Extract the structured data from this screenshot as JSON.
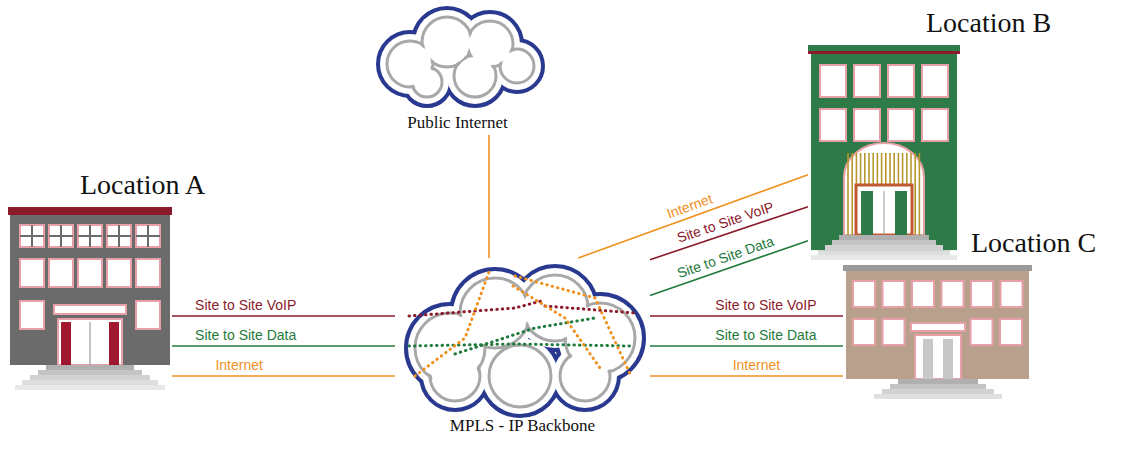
{
  "diagram": {
    "nodes": [
      {
        "text": [
          "Public Internet"
        ]
      },
      {
        "text": [
          "Location B"
        ]
      },
      {
        "text": [
          "Location A"
        ]
      },
      {
        "text": [
          "Location C"
        ]
      },
      {
        "text": [
          "MPLS - IP Backbone"
        ]
      }
    ],
    "edges": [
      {
        "from": 2,
        "to": 4,
        "arrow": "none",
        "label": "Site to Site VoIP"
      },
      {
        "from": 2,
        "to": 4,
        "arrow": "none",
        "label": "Site to Site Data"
      },
      {
        "from": 2,
        "to": 4,
        "arrow": "none",
        "label": "Internet"
      },
      {
        "from": 1,
        "to": 4,
        "arrow": "none",
        "label": "Internet"
      },
      {
        "from": 1,
        "to": 4,
        "arrow": "none",
        "label": "Site to Site VoIP"
      },
      {
        "from": 1,
        "to": 4,
        "arrow": "none",
        "label": "Site to Site Data"
      },
      {
        "from": 3,
        "to": 4,
        "arrow": "none",
        "label": "Site to Site VoIP"
      },
      {
        "from": 3,
        "to": 4,
        "arrow": "none",
        "label": "Site to Site Data"
      },
      {
        "from": 3,
        "to": 4,
        "arrow": "none",
        "label": "Internet"
      },
      {
        "from": 0,
        "to": 4,
        "arrow": "none"
      }
    ]
  }
}
